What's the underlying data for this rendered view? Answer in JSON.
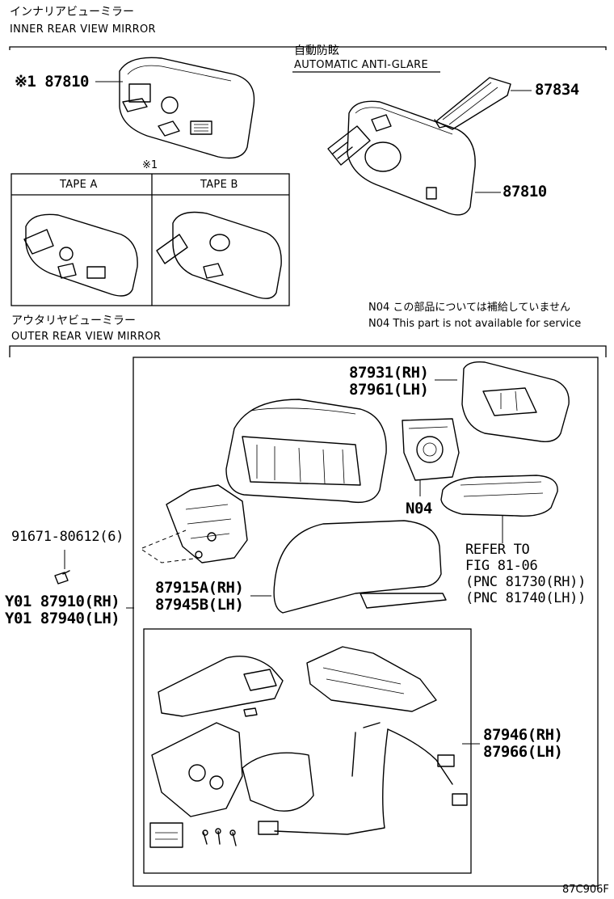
{
  "inner_section": {
    "title_jp": "インナリアビューミラー",
    "title_en": "INNER REAR VIEW MIRROR",
    "auto_anti_glare_jp": "自動防眩",
    "auto_anti_glare_en": "AUTOMATIC ANTI-GLARE",
    "part_87810_a": "※1 87810",
    "part_87834": "87834",
    "part_87810_b": "87810",
    "note_marker": "※1",
    "tape_a": "TAPE A",
    "tape_b": "TAPE B"
  },
  "outer_section": {
    "title_jp": "アウタリヤビューミラー",
    "title_en": "OUTER REAR VIEW MIRROR",
    "note_jp": "N04 この部品については補給していません",
    "note_en": "N04 This part is not available for service",
    "part_87931": "87931(RH)",
    "part_87961": "87961(LH)",
    "n04": "N04",
    "refer_1": "REFER TO",
    "refer_2": "FIG 81-06",
    "refer_3": "(PNC 81730(RH))",
    "refer_4": "(PNC 81740(LH))",
    "part_91671": "91671-80612(6)",
    "part_87915": "87915A(RH)",
    "part_87945": "87945B(LH)",
    "part_87910": "Y01 87910(RH)",
    "part_87940": "Y01 87940(LH)",
    "part_87946": "87946(RH)",
    "part_87966": "87966(LH)"
  },
  "figure_code": "87C906F",
  "icons": [
    "mirror-assembly-icon",
    "wire-harness-icon",
    "screw-icon",
    "connector-icon"
  ]
}
